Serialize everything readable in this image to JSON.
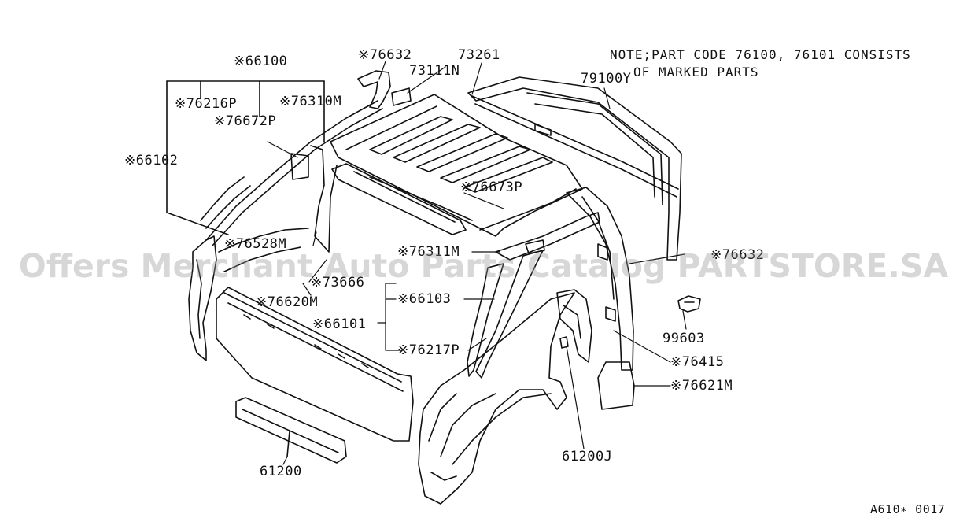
{
  "note": {
    "line1": "NOTE;PART CODE 76100, 76101 CONSISTS",
    "line2": "OF    MARKED PARTS"
  },
  "watermark": "Offers Merchant Auto Parts Catalog PARTSTORE.SA",
  "diagram_code": "A610∗ 0017",
  "labels": {
    "p66100": "※66100",
    "p76632a": "※76632",
    "p73261": "73261",
    "p73111N": "73111N",
    "p79100Y": "79100Y",
    "p76216P": "※76216P",
    "p76310M": "※76310M",
    "p76672P": "※76672P",
    "p66102": "※66102",
    "p76673P": "※76673P",
    "p76528M": "※76528M",
    "p76311M": "※76311M",
    "p76632b": "※76632",
    "p73666": "※73666",
    "p76620M": "※76620M",
    "p66103": "※66103",
    "p66101": "※66101",
    "p76217P": "※76217P",
    "p99603": "99603",
    "p76415": "※76415",
    "p76621M": "※76621M",
    "p61200": "61200",
    "p61200J": "61200J"
  },
  "colors": {
    "ink": "#111111",
    "paper": "#ffffff",
    "watermark": "#969696"
  }
}
